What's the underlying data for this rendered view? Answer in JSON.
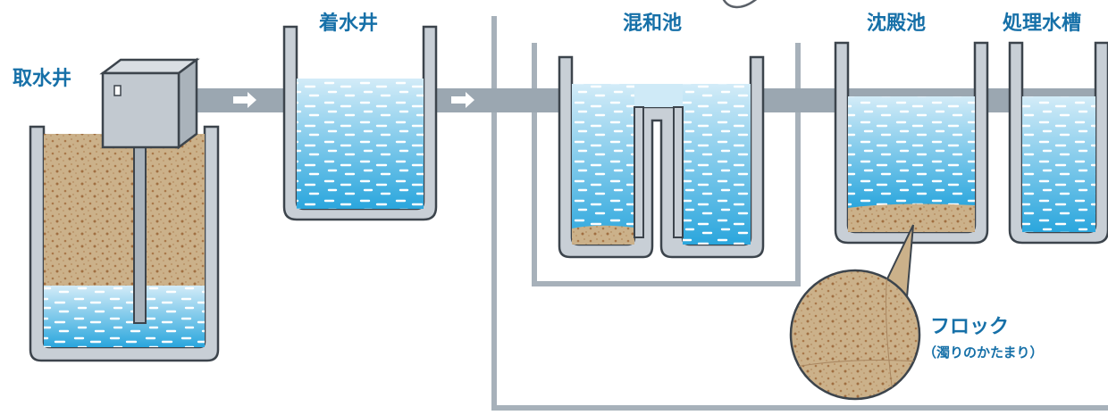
{
  "labels": {
    "intake_well": "取水井",
    "receiving_well": "着水井",
    "mixing_basin": "混和池",
    "settling_basin": "沈殿池",
    "treated_water_tank": "処理水槽",
    "floc": "フロック",
    "floc_note": "（濁りのかたまり）"
  },
  "colors": {
    "label_text": "#1670a8",
    "pipe": "#9ba7b1",
    "wall": "#c8cfd6",
    "wall_outline": "#3c444c",
    "sediment": "#c8ad86",
    "water_top": "#cde9f7",
    "water_bottom": "#2aa6dd",
    "arrow": "#ffffff"
  },
  "icons": [
    "right-arrow-icon",
    "right-arrow-icon"
  ]
}
